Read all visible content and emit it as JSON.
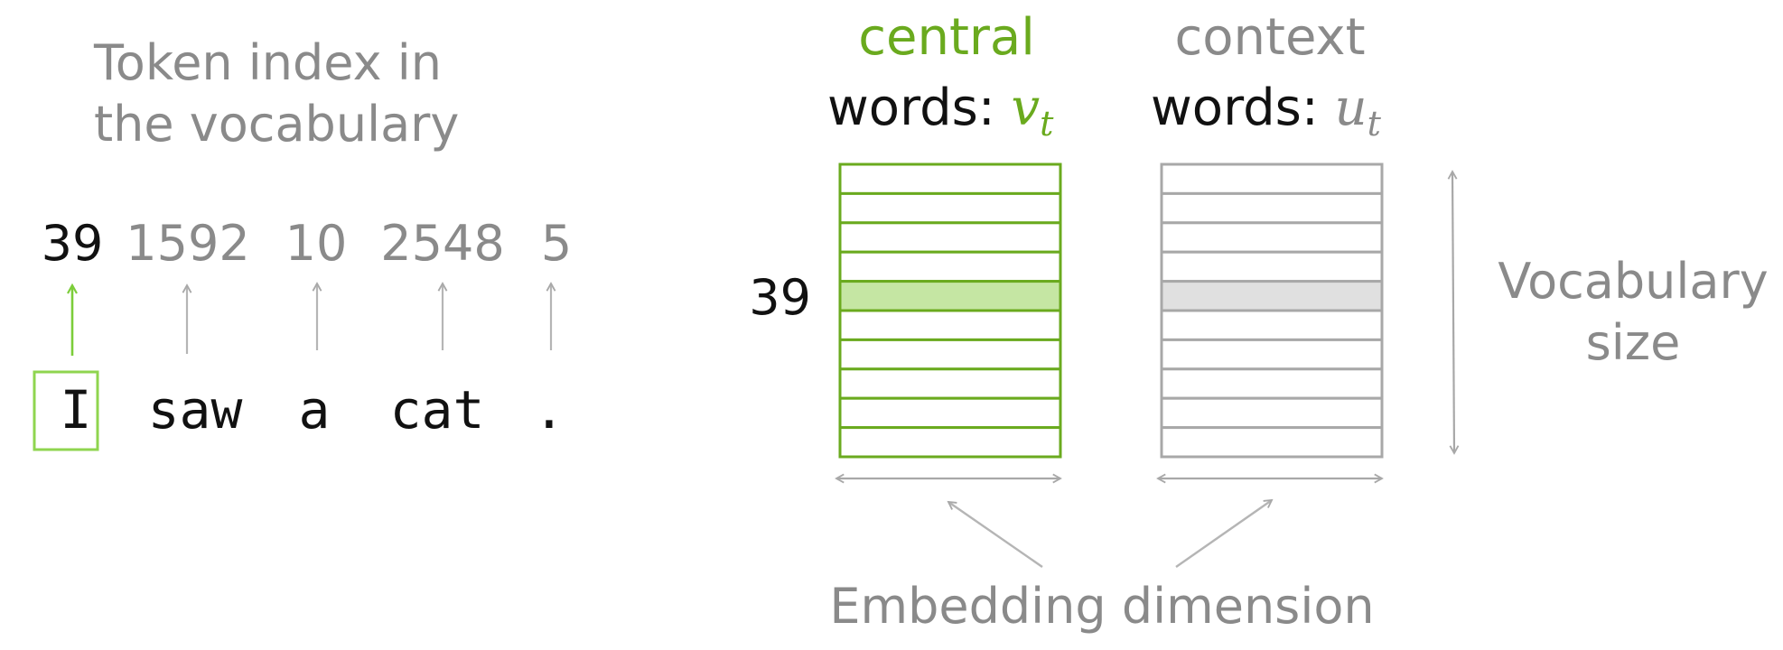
{
  "left": {
    "heading_line1": "Token index in",
    "heading_line2": "the vocabulary",
    "tokens": [
      {
        "index": "39",
        "word": "I",
        "highlighted": true
      },
      {
        "index": "1592",
        "word": "saw",
        "highlighted": false
      },
      {
        "index": "10",
        "word": "a",
        "highlighted": false
      },
      {
        "index": "2548",
        "word": "cat",
        "highlighted": false
      },
      {
        "index": "5",
        "word": ".",
        "highlighted": false
      }
    ]
  },
  "central_matrix": {
    "label_top": "central",
    "label_bottom": "words: ",
    "symbol_base": "v",
    "symbol_sub": "t",
    "row_label": "39",
    "row_count": 10,
    "highlight_row": 4
  },
  "context_matrix": {
    "label_top": "context",
    "label_bottom": "words: ",
    "symbol_base": "u",
    "symbol_sub": "t",
    "row_count": 10,
    "highlight_row": 4
  },
  "vocab_label": {
    "line1": "Vocabulary",
    "line2": "size"
  },
  "embedding_label": "Embedding dimension",
  "colors": {
    "green": "#6aaa1e",
    "green_light": "#c5e6a3",
    "gray": "#8a8a8a",
    "gray_line": "#a8a8a8",
    "gray_fill": "#e0e0e0",
    "black": "#111111"
  }
}
